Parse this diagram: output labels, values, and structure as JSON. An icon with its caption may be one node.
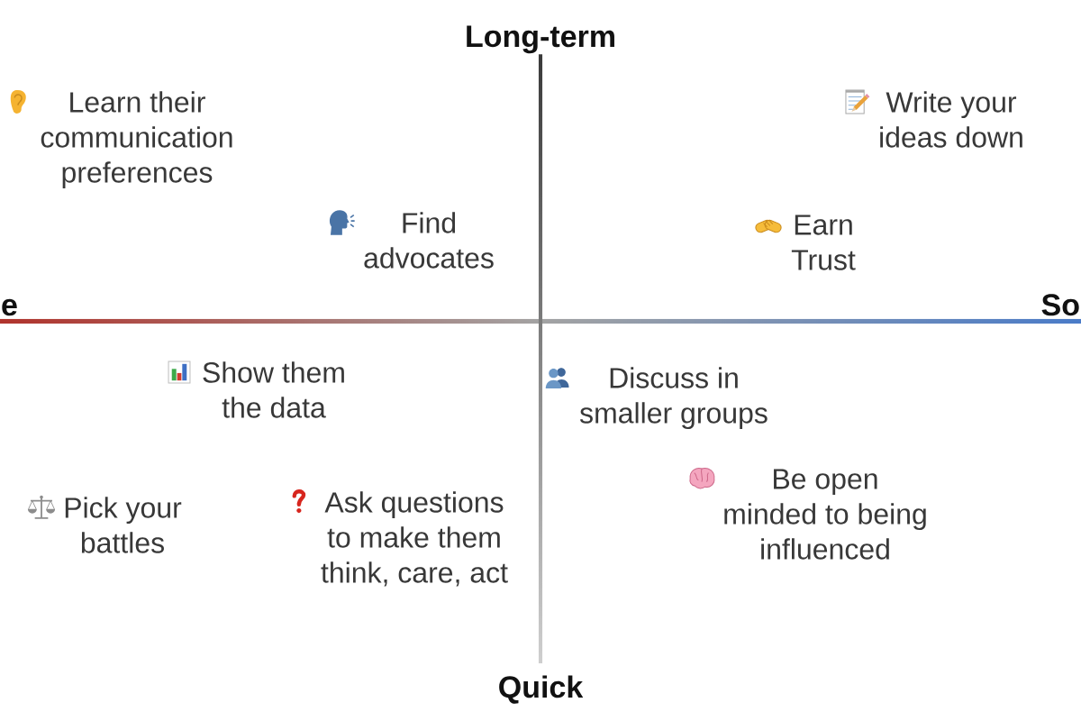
{
  "diagram": {
    "labels": [
      "Long-term",
      "Learn their communication preferences",
      "Write your ideas down",
      "Find advocates",
      "Earn Trust",
      "e",
      "So",
      "Show them the data",
      "Discuss in smaller groups",
      "Pick your battles",
      "Ask questions to make them think, care, act",
      "Be open minded to being influenced",
      "Quick"
    ]
  }
}
